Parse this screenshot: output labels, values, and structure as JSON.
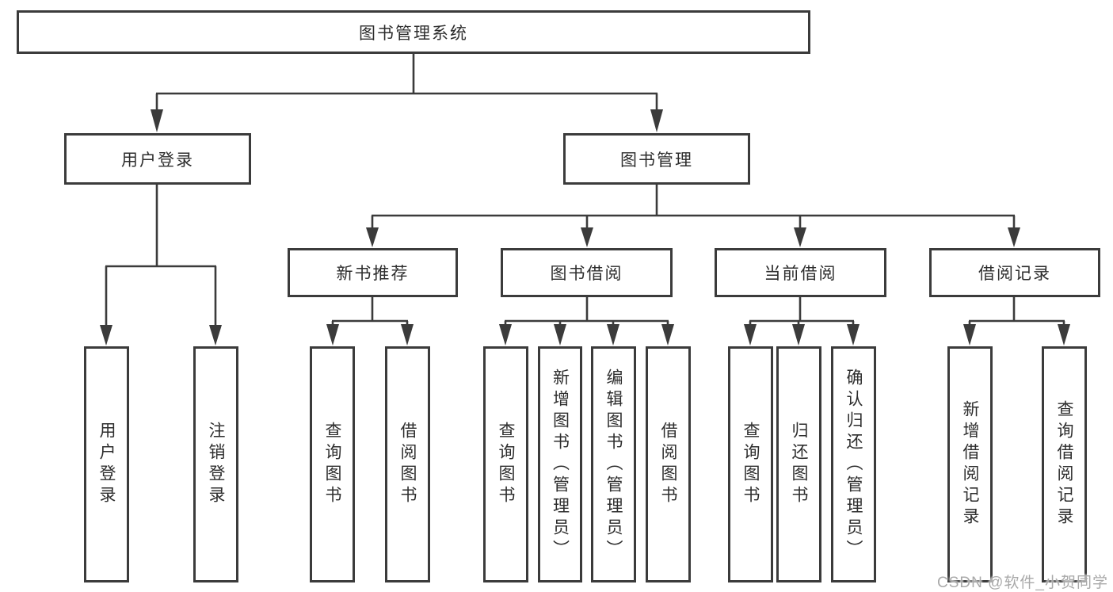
{
  "diagram": {
    "root": {
      "label": "图书管理系统"
    },
    "branches": [
      {
        "label": "用户登录",
        "children": [
          {
            "label": "用户登录"
          },
          {
            "label": "注销登录"
          }
        ]
      },
      {
        "label": "图书管理",
        "children": [
          {
            "label": "新书推荐",
            "children": [
              {
                "label": "查询图书"
              },
              {
                "label": "借阅图书"
              }
            ]
          },
          {
            "label": "图书借阅",
            "children": [
              {
                "label": "查询图书"
              },
              {
                "label": "新增图书（管理员）"
              },
              {
                "label": "编辑图书（管理员）"
              },
              {
                "label": "借阅图书"
              }
            ]
          },
          {
            "label": "当前借阅",
            "children": [
              {
                "label": "查询图书"
              },
              {
                "label": "归还图书"
              },
              {
                "label": "确认归还（管理员）"
              }
            ]
          },
          {
            "label": "借阅记录",
            "children": [
              {
                "label": "新增借阅记录"
              },
              {
                "label": "查询借阅记录"
              }
            ]
          }
        ]
      }
    ]
  },
  "watermark": {
    "text": "CSDN @软件_小贺同学"
  },
  "colors": {
    "line": "#3b3b3b",
    "text": "#2d2d2d",
    "watermark": "#a9a9a9",
    "background": "#ffffff"
  }
}
